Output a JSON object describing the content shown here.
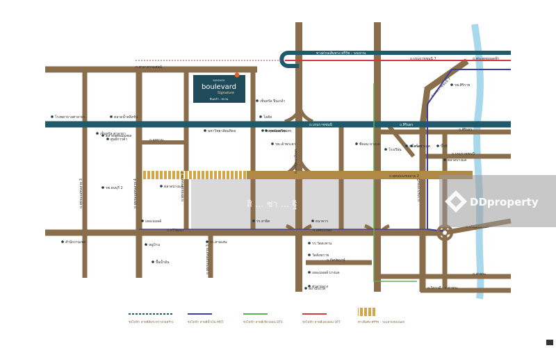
{
  "logo": {
    "brand": "boulevard",
    "tagline": "Signature",
    "project_line": "ปิ่นเกล้า - ขบวน",
    "small_top": "BANGKOK"
  },
  "watermark": {
    "text": "DDproperty",
    "center_text": "สิ ... ชา ... ฐิ"
  },
  "roads": {
    "top_road": "ถ.ศาลาธรรมสพน์",
    "pinklao_road": "ถ.บรมราชชนนี",
    "pinklao_road_right": "ถ.สิรินธร",
    "road_right_top": "ถ.พระพุทธยอดฟ้า",
    "metro_line": "ทางด่วนเส้นทาง ศรีรัช - วงแหวน",
    "sirindhorn_right": "ถ.สิรินธร",
    "boromarat_lower": "ถ.บรมราชชนนี",
    "phutthamonthon_lower": "ถ.พุทธมณฑลสาย 2",
    "bottom_main": "ถ.เพชรเกษม",
    "bottom_right_top": "ถ.จรัญสนิทวงศ์",
    "bottom_right_low": "ถ.วิภาวดี - ถ.ท่าพระ",
    "bottom_right_mid": "ถ.ท่าพระ",
    "left_vertical_1": "ถ.พุทธมณฑลสาย 3",
    "left_vertical_2": "ถ.พุทธมณฑลสาย 4",
    "center_vertical": "ถ.พุทธมณฑลสาย 2",
    "lower_center_vertical": "ถ.กาญจนาภิเษก",
    "rama2_road": "ถ.กัลปพฤกษ์",
    "tawee_road": "ถ.ทวีวัฒนา",
    "upper_road": "ถ.บรมราชชนนี 7",
    "mid_left_road": "ถ.อุทยาน"
  },
  "places": [
    "โรงพยาบาลศาลายา",
    "ตลาดน้ำตลิ่งชัน",
    "เซ็นทรัล ศาลายา",
    "ตลาดพุทธมณฑล",
    "ศูนย์การค้า",
    "มหาวิทยาลัยมหิดล",
    "พุทธมณฑล",
    "ตลาดนัดศรีสุนทร",
    "รพ.ธนบุรี 2",
    "ตลาดบางแค",
    "เดอะมอลล์",
    "เซ็นทรัล ปิ่นเกล้า",
    "โลตัส",
    "รพ.เจ้าพระยา",
    "ซีคอน บางแค",
    "แม็คโคร",
    "โรงเรียน",
    "รร.สาธิต",
    "ธนาคาร",
    "รพ.ศิริราช",
    "บิ๊กซี",
    "สน.บางแค",
    "ตลาดบางแค",
    "สำนักงานเขต",
    "หมู่บ้าน",
    "ปั๊มน้ำมัน",
    "รร.สามเสน",
    "รร.วัดสะพาน",
    "วัดสังฆราช",
    "เดอะมอลล์ บางแค",
    "สถานีรถไฟ",
    "ศาลากลาง"
  ],
  "legend": {
    "items": [
      {
        "label": "รถไฟฟ้า สายสีส้มระหว่างก่อสร้าง"
      },
      {
        "label": "รถไฟฟ้า สายสีน้ำเงิน MRT"
      },
      {
        "label": "รถไฟฟ้า สายสีเขียวอ่อน BTS"
      },
      {
        "label": "รถไฟฟ้า สายสีแดงอ่อน SRT"
      },
      {
        "label": "ทางพิเศษ ศรีรัช - วงแหวนรอบนอก"
      }
    ]
  },
  "colors": {
    "road": "#8a6d4a",
    "expressway": "#1f5a6b",
    "mrt_blue": "#3b3fa0",
    "bts_green": "#5bb04f",
    "srt_red": "#d43a3a",
    "river": "#a8d8ec",
    "zone": "#d9d9d9",
    "logo_bg": "#1e4a59",
    "rail_stripe": "#c8a24a"
  }
}
